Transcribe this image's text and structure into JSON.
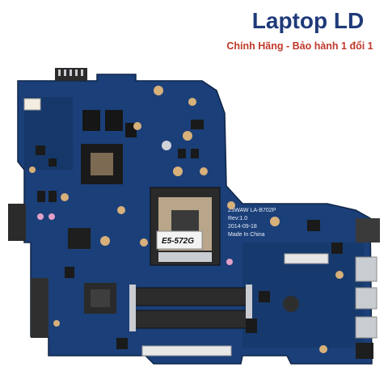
{
  "brand": {
    "title": "Laptop LD",
    "subtitle": "Chính Hãng - Bảo hành 1 đổi 1"
  },
  "board": {
    "model_label": "Z5WAW LA-B702P",
    "revision_label": "Rev:1.0",
    "date_label": "2014-09-18",
    "origin_label": "Made In China",
    "sticker_label": "E5-572G"
  },
  "colors": {
    "pcb": "#1b3f78",
    "pcb_dark": "#132e5a",
    "accent_title": "#1f3a7a",
    "accent_subtitle": "#c0392b",
    "metal": "#c9ccd1"
  }
}
